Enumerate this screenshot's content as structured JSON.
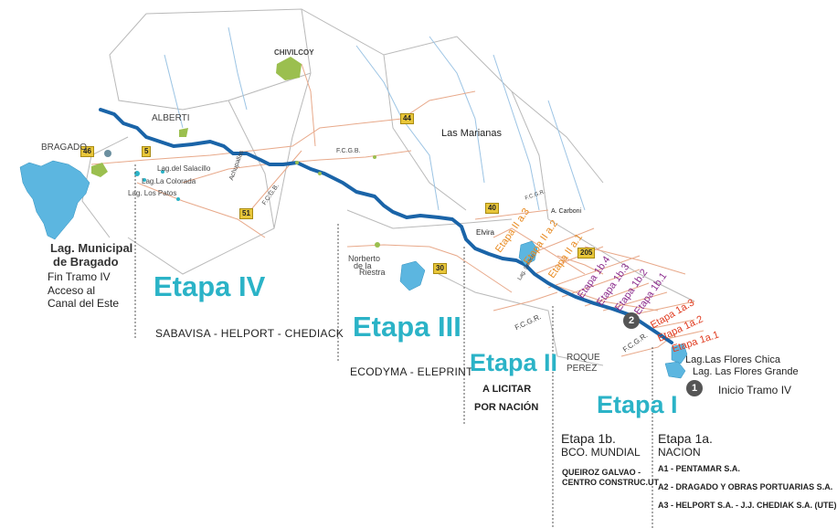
{
  "stages": {
    "iv": {
      "title": "Etapa IV",
      "companies": "SABAVISA - HELPORT - CHEDIACK"
    },
    "iii": {
      "title": "Etapa III",
      "companies": "ECODYMA - ELEPRINT"
    },
    "ii": {
      "title": "Etapa II",
      "companies_line1": "A LICITAR",
      "companies_line2": "POR NACIÓN"
    },
    "i": {
      "title": "Etapa I"
    }
  },
  "lake_bragado": {
    "line1": "Lag. Municipal",
    "line2": "de Bragado"
  },
  "fin_tramo": {
    "line1": "Fin Tramo IV",
    "line2": "Acceso al",
    "line3": "Canal del Este"
  },
  "inicio_tramo": "Inicio Tramo IV",
  "lakes": {
    "chica": "Lag.Las Flores Chica",
    "grande": "Lag. Las Flores Grande"
  },
  "markers": {
    "m1": "1",
    "m2": "2"
  },
  "towns": {
    "chivilcoy": "CHIVILCOY",
    "alberti": "ALBERTI",
    "bragado": "BRAGADO",
    "las_marianas": "Las Marianas",
    "salacillo": "Lag.del Salacillo",
    "colorada": "Lag.La Colorada",
    "patos": "Lag. Los Patos",
    "achupallas": "Achupallas",
    "fcgb1": "F.C.G.B.",
    "fcgb2": "F.C.G.B.",
    "norberto": "Norberto",
    "de_la": "de la",
    "riestra": "Riestra",
    "elvira": "Elvira",
    "carboni": "A. Carboni",
    "fcgr1": "F.C.G.R.",
    "fcgr2": "F.C.G.R.",
    "roque": "ROQUE",
    "perez": "PEREZ",
    "fcgr3": "F.C.G.R.",
    "salado": "Lag. Salado"
  },
  "roads": {
    "r46": "46",
    "r5": "5",
    "r44": "44",
    "r51": "51",
    "r40": "40",
    "r30": "30",
    "r205": "205"
  },
  "segments": {
    "iia3": "Etapa II a.3",
    "iia2": "Etapa II a.2",
    "iia1": "Etapa II a.1",
    "ib4": "Etapa 1b.4",
    "ib3": "Etapa 1b.3",
    "ib2": "Etapa 1b.2",
    "ib1": "Etapa 1b.1",
    "ia3": "Etapa 1a.3",
    "ia2": "Etapa 1a.2",
    "ia1": "Etapa 1a.1"
  },
  "etapa_1b": {
    "head": "Etapa 1b.",
    "sub": "BCO. MUNDIAL",
    "c1": "QUEIROZ GALVAO -",
    "c2": "CENTRO CONSTRUC.UT"
  },
  "etapa_1a": {
    "head": "Etapa 1a.",
    "sub": "NACION",
    "a1": "A1 - PENTAMAR S.A.",
    "a2": "A2 - DRAGADO Y OBRAS PORTUARIAS S.A.",
    "a3": "A3 - HELPORT S.A. - J.J. CHEDIAK S.A. (UTE)"
  },
  "colors": {
    "river": "#1a64a8",
    "lake": "#5cb6e0",
    "teal": "#2bb3c7",
    "roads": "#e8a98a",
    "rivers_thin": "#9cc4e4"
  }
}
